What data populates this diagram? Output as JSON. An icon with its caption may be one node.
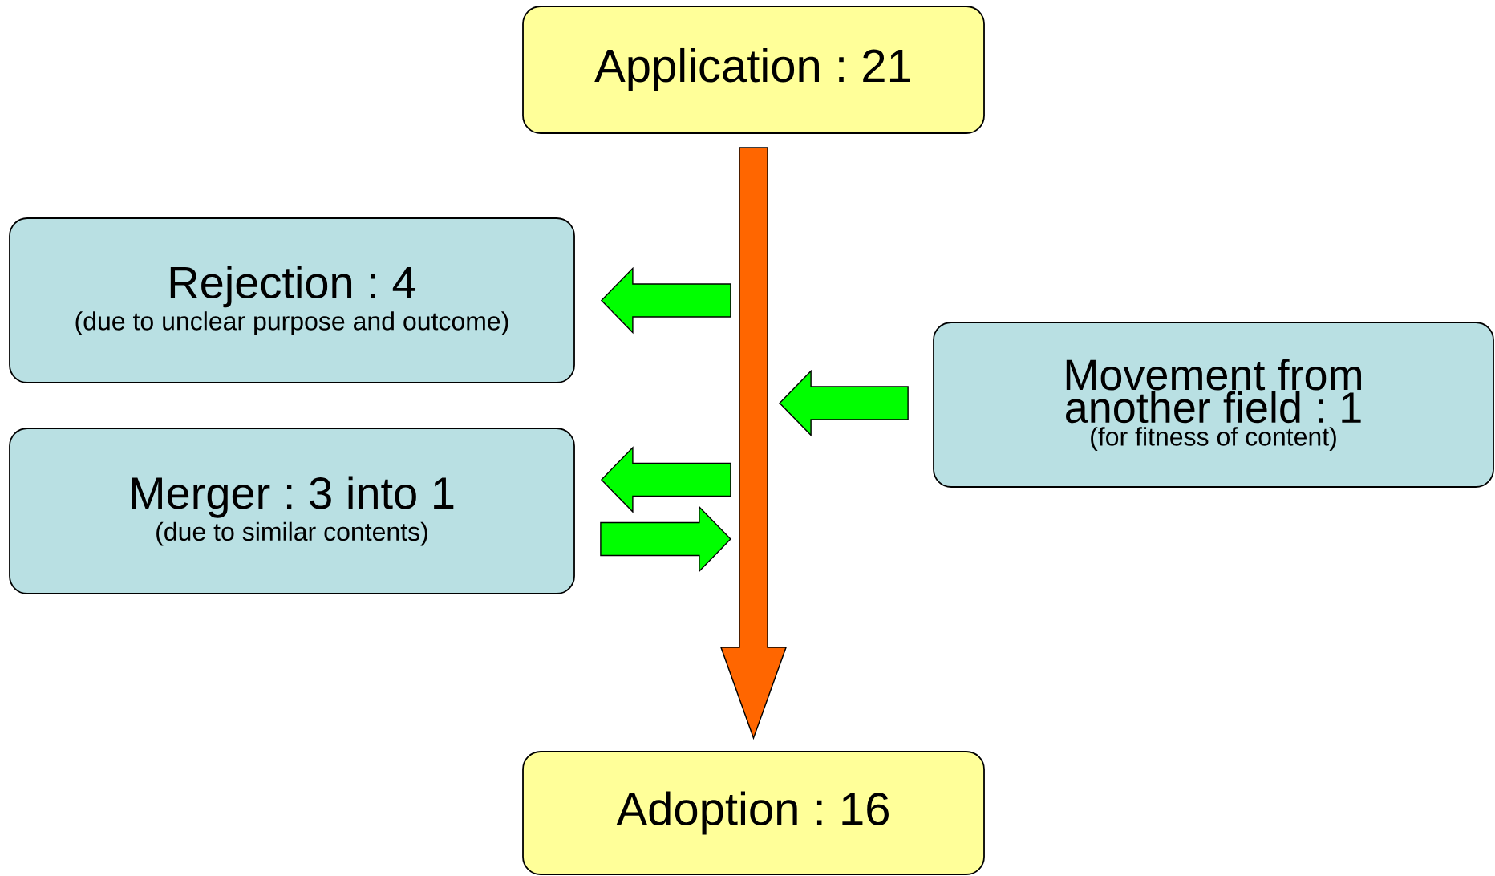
{
  "diagram": {
    "nodes": [
      {
        "text": [
          "Application : 21"
        ]
      },
      {
        "text": [
          "Rejection : 4",
          "(due to unclear purpose and outcome)"
        ]
      },
      {
        "text": [
          "Merger : 3 into 1",
          "(due to similar contents)"
        ]
      },
      {
        "text": [
          "Movement from another field : 1",
          "(for fitness of content)"
        ]
      },
      {
        "text": [
          "Adoption : 16"
        ]
      }
    ],
    "edges": [
      {
        "from": 0,
        "to": 4,
        "arrow": "to",
        "color": "#ff6600"
      },
      {
        "from": null,
        "to": 1,
        "arrow": "to"
      },
      {
        "from": null,
        "to": 2,
        "arrow": "to"
      },
      {
        "from": 2,
        "to": null,
        "arrow": "to"
      },
      {
        "from": 3,
        "to": null,
        "arrow": "to"
      }
    ]
  }
}
